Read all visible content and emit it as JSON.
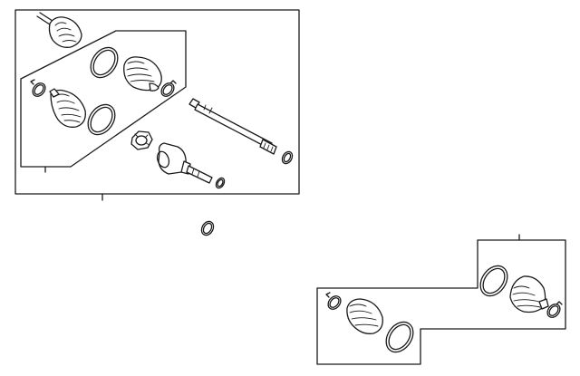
{
  "title": "",
  "parts": [
    {
      "name": "axle-shaft-assembly"
    },
    {
      "name": "outer-cv-joint"
    },
    {
      "name": "boot-kit-outer"
    },
    {
      "name": "boot-kit-inner"
    },
    {
      "name": "inner-cv-joint-housing"
    },
    {
      "name": "intermediate-shaft"
    },
    {
      "name": "snap-ring"
    }
  ]
}
